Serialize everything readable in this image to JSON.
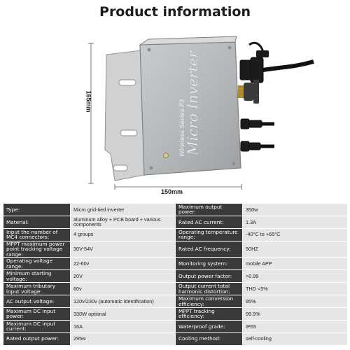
{
  "title": "Product information",
  "dimensions": {
    "height_label": "165mm",
    "width_label": "150mm"
  },
  "device": {
    "brand_text": "Micro Inverter",
    "sub_text": "Wireless Series P3"
  },
  "specs": [
    {
      "left_key": "Type:",
      "left_val": "Micro grid-tied inverter",
      "right_key": "Maximum output power:",
      "right_val": "350w"
    },
    {
      "left_key": "Material:",
      "left_val": "aluminum alloy + PCB board + various components",
      "right_key": "Rated AC current:",
      "right_val": "1.3A"
    },
    {
      "left_key": "Input the number of MC4 connectors:",
      "left_val": "4 groups",
      "right_key": "Operating temperature range:",
      "right_val": "-40°C to +65°C"
    },
    {
      "left_key": "MPPT maximum power point tracking voltage range:",
      "left_val": "30V-54V",
      "right_key": "Rated AC frequency:",
      "right_val": "50HZ"
    },
    {
      "left_key": "Operating voltage range:",
      "left_val": "22-60v",
      "right_key": "Monitoring system:",
      "right_val": "mobile APP"
    },
    {
      "left_key": "Minimum starting voltage:",
      "left_val": "20V",
      "right_key": "Output power factor:",
      "right_val": ">0.99"
    },
    {
      "left_key": "Maximum tributary input voltage:",
      "left_val": "60v",
      "right_key": "Output current total harmonic distortion:",
      "right_val": "THD <5%"
    },
    {
      "left_key": "AC output voltage:",
      "left_val": "120v/230v (automatic identification)",
      "right_key": "Maximum conversion efficiency:",
      "right_val": "95%"
    },
    {
      "left_key": "Maximum DC input power:",
      "left_val": "330W optional",
      "right_key": "MPPT tracking efficiency:",
      "right_val": "99.9%"
    },
    {
      "left_key": "Maximum DC input current:",
      "left_val": "16A",
      "right_key": "Waterproof grade:",
      "right_val": "IP65"
    },
    {
      "left_key": "Rated output power:",
      "left_val": "295w",
      "right_key": "Cooling method:",
      "right_val": "self-cooling"
    }
  ]
}
